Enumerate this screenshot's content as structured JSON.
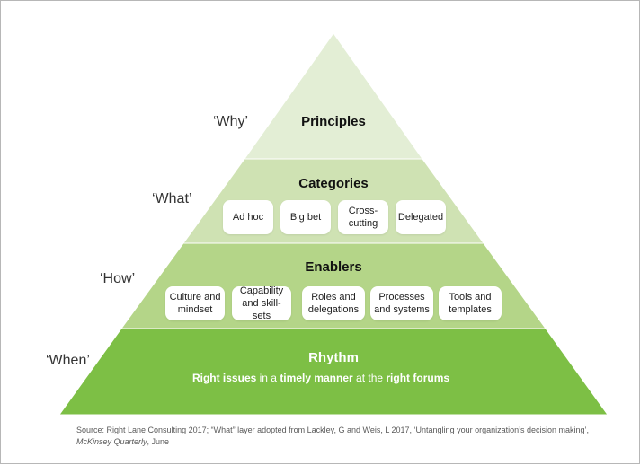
{
  "colors": {
    "tier_principles": "#e3eed5",
    "tier_categories": "#cfe2b3",
    "tier_enablers": "#b4d588",
    "tier_rhythm": "#7dbf45"
  },
  "side_labels": {
    "why": "‘Why’",
    "what": "‘What’",
    "how": "‘How’",
    "when": "‘When’"
  },
  "principles": {
    "title": "Principles"
  },
  "categories": {
    "title": "Categories",
    "items": [
      "Ad hoc",
      "Big bet",
      "Cross-\ncutting",
      "Delegated"
    ]
  },
  "enablers": {
    "title": "Enablers",
    "items": [
      "Culture and\nmindset",
      "Capability\nand skill-sets",
      "Roles and\ndelegations",
      "Processes\nand systems",
      "Tools and\ntemplates"
    ]
  },
  "rhythm": {
    "title": "Rhythm",
    "tagline": {
      "p1": "Right issues",
      "p2": " in a ",
      "p3": "timely manner",
      "p4": " at the ",
      "p5": "right forums"
    }
  },
  "source": {
    "text": "Source: Right Lane Consulting 2017; “What” layer adopted from Lackley, G and Weis, L 2017, ‘Untangling your organization’s decision making’, ",
    "journal": "McKinsey Quarterly",
    "suffix": ", June"
  }
}
